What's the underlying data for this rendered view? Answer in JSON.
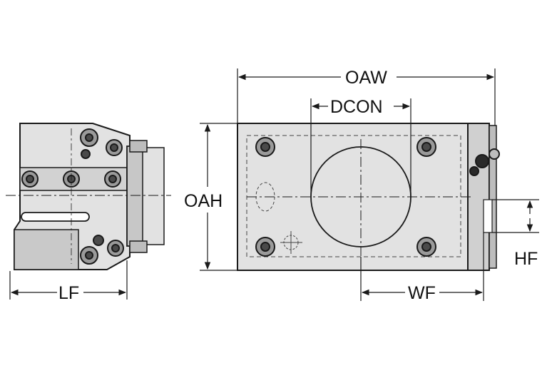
{
  "labels": {
    "oaw": "OAW",
    "dcon": "DCON",
    "oah": "OAH",
    "lf": "LF",
    "wf": "WF",
    "hf": "HF"
  },
  "colors": {
    "body": "#e2e2e2",
    "body_dark": "#bdbdbd",
    "line": "#1a1a1a",
    "screw": "#4a4a4a"
  }
}
